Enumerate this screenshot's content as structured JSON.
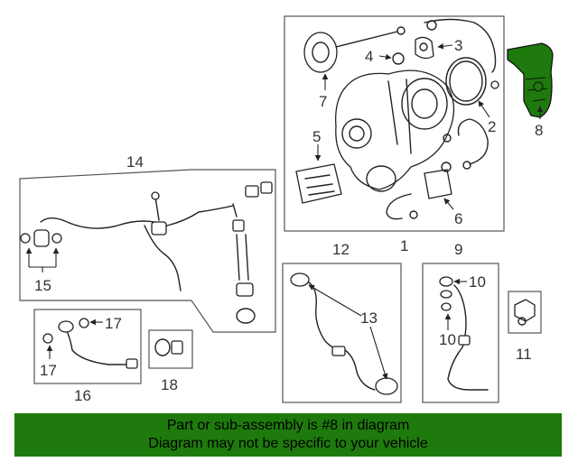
{
  "callouts": {
    "c1": "1",
    "c2": "2",
    "c3": "3",
    "c4": "4",
    "c5": "5",
    "c6": "6",
    "c7": "7",
    "c8": "8",
    "c9": "9",
    "c10a": "10",
    "c10b": "10",
    "c11": "11",
    "c12": "12",
    "c13": "13",
    "c14": "14",
    "c15": "15",
    "c16": "16",
    "c17a": "17",
    "c17b": "17",
    "c18": "18"
  },
  "highlight_color": "#1f7a0d",
  "banner": {
    "line1": "Part or sub-assembly is #8 in diagram",
    "line2": "Diagram may not be specific to your vehicle"
  }
}
